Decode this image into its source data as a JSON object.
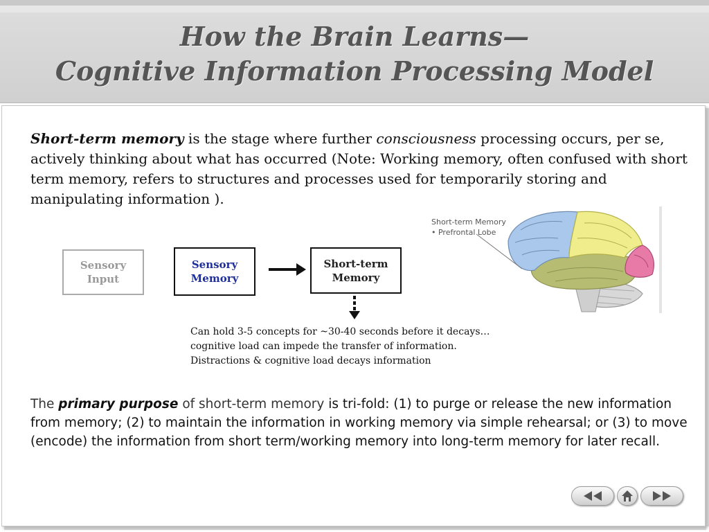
{
  "header": {
    "title_line1": "How the Brain Learns—",
    "title_line2": "Cognitive Information Processing Model"
  },
  "intro": {
    "lead": "Short-term memory",
    "text_a": " is the stage where further ",
    "emphasis": "consciousness",
    "text_b": " processing occurs, per se, actively thinking about what has occurred (Note: Working memory, often confused with short term memory, refers to structures and processes used for temporarily storing and manipulating information )."
  },
  "diagram": {
    "sensory_input": [
      "Sensory",
      "Input"
    ],
    "sensory_memory": [
      "Sensory",
      "Memory"
    ],
    "short_term_memory": [
      "Short-term",
      "Memory"
    ],
    "notes": [
      "Can hold 3-5 concepts for ~30-40 seconds before it decays…",
      "cognitive load can impede the transfer of information.",
      "Distractions & cognitive load decays information"
    ]
  },
  "brain_figure": {
    "label_line1": "Short-term Memory",
    "label_line2": "• Prefrontal Lobe",
    "colors": {
      "frontal": "#a9c8ec",
      "parietal": "#f0ee8c",
      "occipital": "#e87aa8",
      "temporal": "#b7bc73",
      "cerebellum": "#d9d9d9"
    }
  },
  "purpose": {
    "text_a": "The ",
    "emphasis": "primary purpose",
    "text_b": " of short-term memory",
    "text_c": " is tri-fold: (1) to purge or release the new information from memory; (2) to maintain the information in working memory via simple rehearsal; or (3) to move (encode) the information from short term/working memory into long-term memory for later recall."
  },
  "nav": {
    "previous": "previous-icon",
    "home": "home-icon",
    "next": "next-icon"
  }
}
